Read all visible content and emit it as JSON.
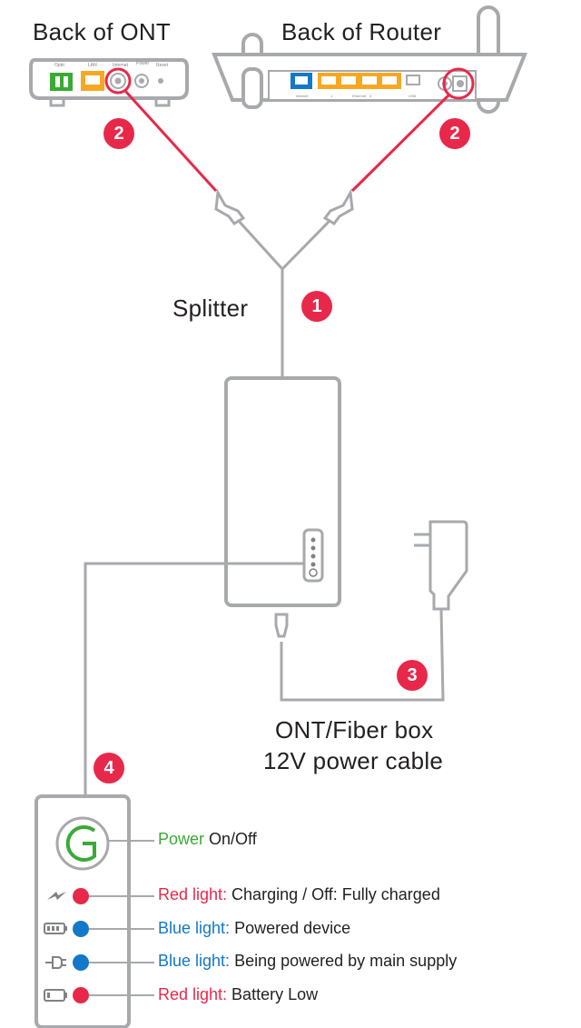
{
  "labels": {
    "back_of_ont": "Back of ONT",
    "back_of_router": "Back of Router",
    "splitter": "Splitter",
    "power_cable_line1": "ONT/Fiber box",
    "power_cable_line2": "12V power cable"
  },
  "ont_ports": [
    "Optic",
    "LAN",
    "Internet",
    "Power",
    "Reset"
  ],
  "router_ports": [
    "Internet",
    "1",
    "Ethernet",
    "4",
    "USB"
  ],
  "steps": [
    {
      "number": "2",
      "target": "ONT port"
    },
    {
      "number": "2",
      "target": "Router port"
    },
    {
      "number": "1",
      "target": "Splitter"
    },
    {
      "number": "3",
      "target": "Power cable"
    },
    {
      "number": "4",
      "target": "Battery indicators"
    }
  ],
  "legend": [
    {
      "highlight": "Power",
      "rest": " On/Off",
      "color": "#3aaa35",
      "icon": "power-icon"
    },
    {
      "highlight": "Red light:",
      "rest": " Charging / Off: Fully charged",
      "color": "#e8284a",
      "icon": "charging-icon"
    },
    {
      "highlight": "Blue light:",
      "rest": " Powered device",
      "color": "#1478c8",
      "icon": "battery-icon"
    },
    {
      "highlight": "Blue light:",
      "rest": " Being powered by main supply",
      "color": "#1478c8",
      "icon": "plug-icon"
    },
    {
      "highlight": "Red light:",
      "rest": " Battery Low",
      "color": "#e8284a",
      "icon": "battery-low-icon"
    }
  ],
  "colors": {
    "badge": "#e8284a",
    "red_cable": "#e8284a",
    "device_grey": "#a7a9ac",
    "ont_green": "#3aaa35",
    "lan_orange": "#f7a823",
    "wan_blue": "#1478c8"
  }
}
